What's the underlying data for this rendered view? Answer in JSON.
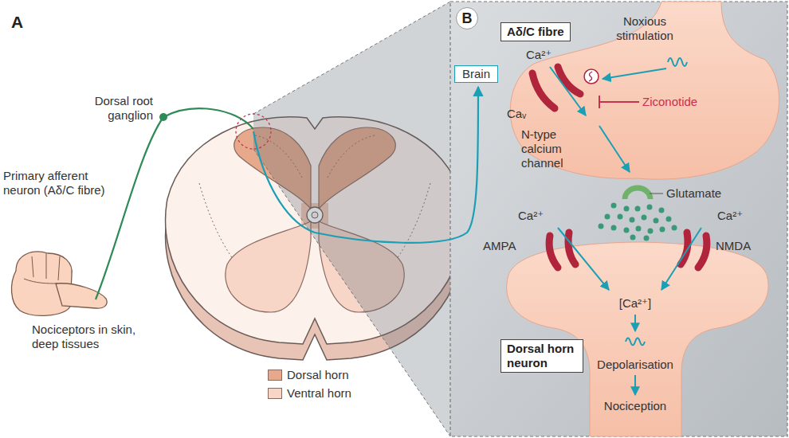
{
  "diagram": {
    "nodes": [
      {
        "text": [
          "Brain"
        ]
      },
      {
        "text": [
          "B"
        ]
      },
      {
        "text": [
          "Aδ/C fibre"
        ]
      },
      {
        "text": [
          "Dorsal horn neuron"
        ]
      }
    ],
    "labels": [
      "A",
      "Dorsal root ganglion",
      "Primary afferent neuron (Aδ/C fibre)",
      "Nociceptors in skin, deep tissues",
      "Noxious stimulation",
      "Ca²⁺",
      "Caᵥ",
      "Ziconotide",
      "N-type calcium channel",
      "Glutamate",
      "Ca²⁺",
      "Ca²⁺",
      "AMPA",
      "NMDA",
      "[Ca²⁺]",
      "Depolarisation",
      "Nociception"
    ],
    "legend": [
      {
        "text": "Dorsal horn",
        "color": "#e6a98c"
      },
      {
        "text": "Ventral horn",
        "color": "#f7d6c8"
      }
    ]
  }
}
